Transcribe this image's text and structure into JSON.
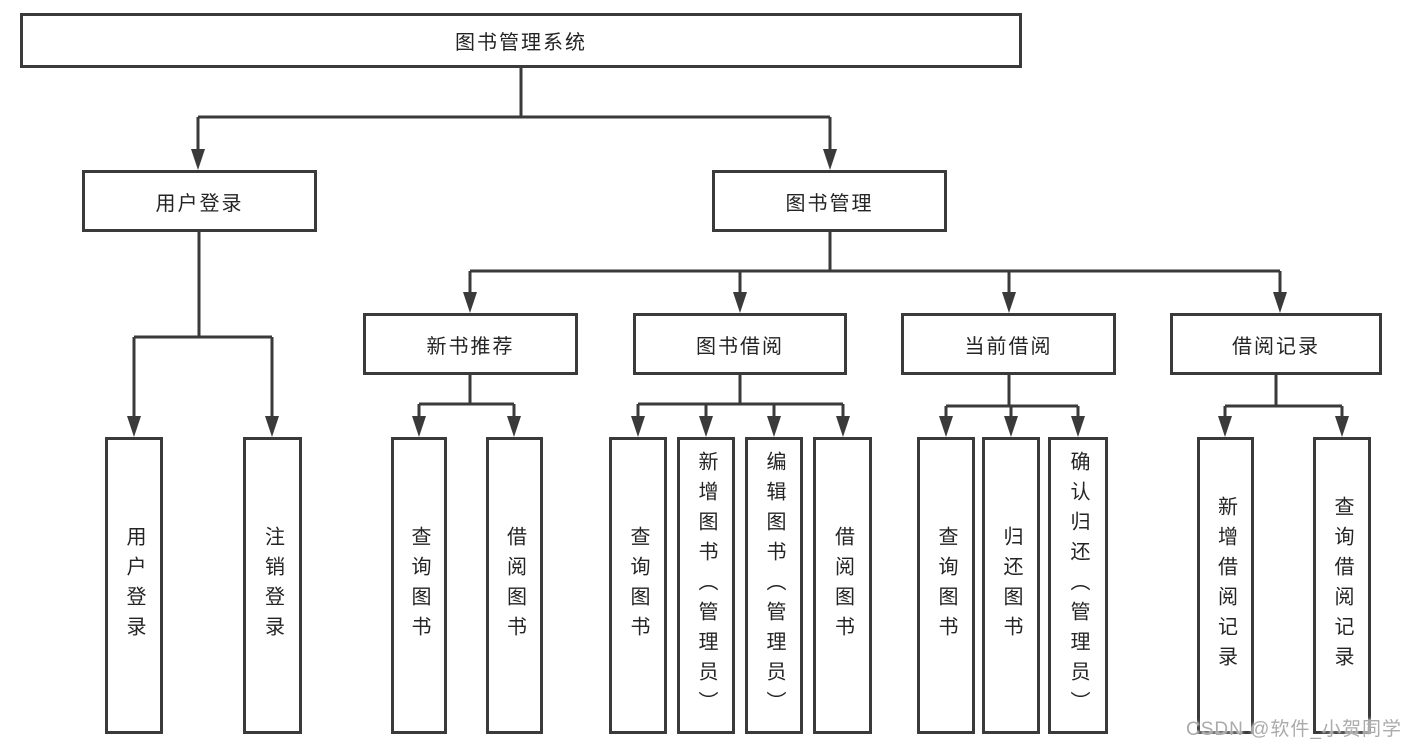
{
  "diagram": {
    "title": "图书管理系统",
    "level2": {
      "user_login": "用户登录",
      "book_mgmt": "图书管理"
    },
    "level3": {
      "new_book": "新书推荐",
      "book_borrow": "图书借阅",
      "current_borrow": "当前借阅",
      "borrow_record": "借阅记录"
    },
    "leaves": {
      "user_login": [
        "用户登录",
        "注销登录"
      ],
      "new_book": [
        "查询图书",
        "借阅图书"
      ],
      "book_borrow": [
        "查询图书",
        "新增图书（管理员）",
        "编辑图书（管理员）",
        "借阅图书"
      ],
      "current_borrow": [
        "查询图书",
        "归还图书",
        "确认归还（管理员）"
      ],
      "borrow_record": [
        "新增借阅记录",
        "查询借阅记录"
      ]
    },
    "watermark": "CSDN @软件_小贺同学",
    "colors": {
      "line": "#3a3a3a",
      "text": "#242424",
      "watermark": "#ababab",
      "background": "#ffffff"
    }
  }
}
